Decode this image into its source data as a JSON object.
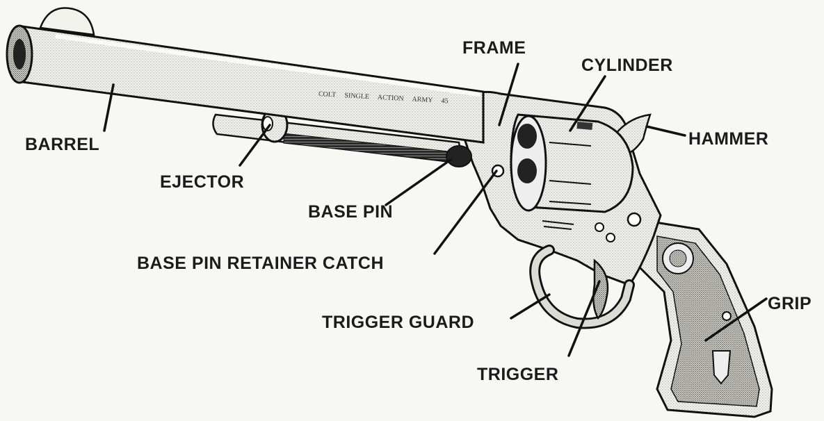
{
  "diagram": {
    "engraving": "COLT SINGLE ACTION ARMY 45",
    "labels": {
      "barrel": "BARREL",
      "ejector": "EJECTOR",
      "frame": "FRAME",
      "cylinder": "CYLINDER",
      "hammer": "HAMMER",
      "base_pin": "BASE PIN",
      "base_pin_retainer_catch": "BASE PIN RETAINER CATCH",
      "trigger_guard": "TRIGGER GUARD",
      "trigger": "TRIGGER",
      "grip": "GRIP"
    }
  }
}
